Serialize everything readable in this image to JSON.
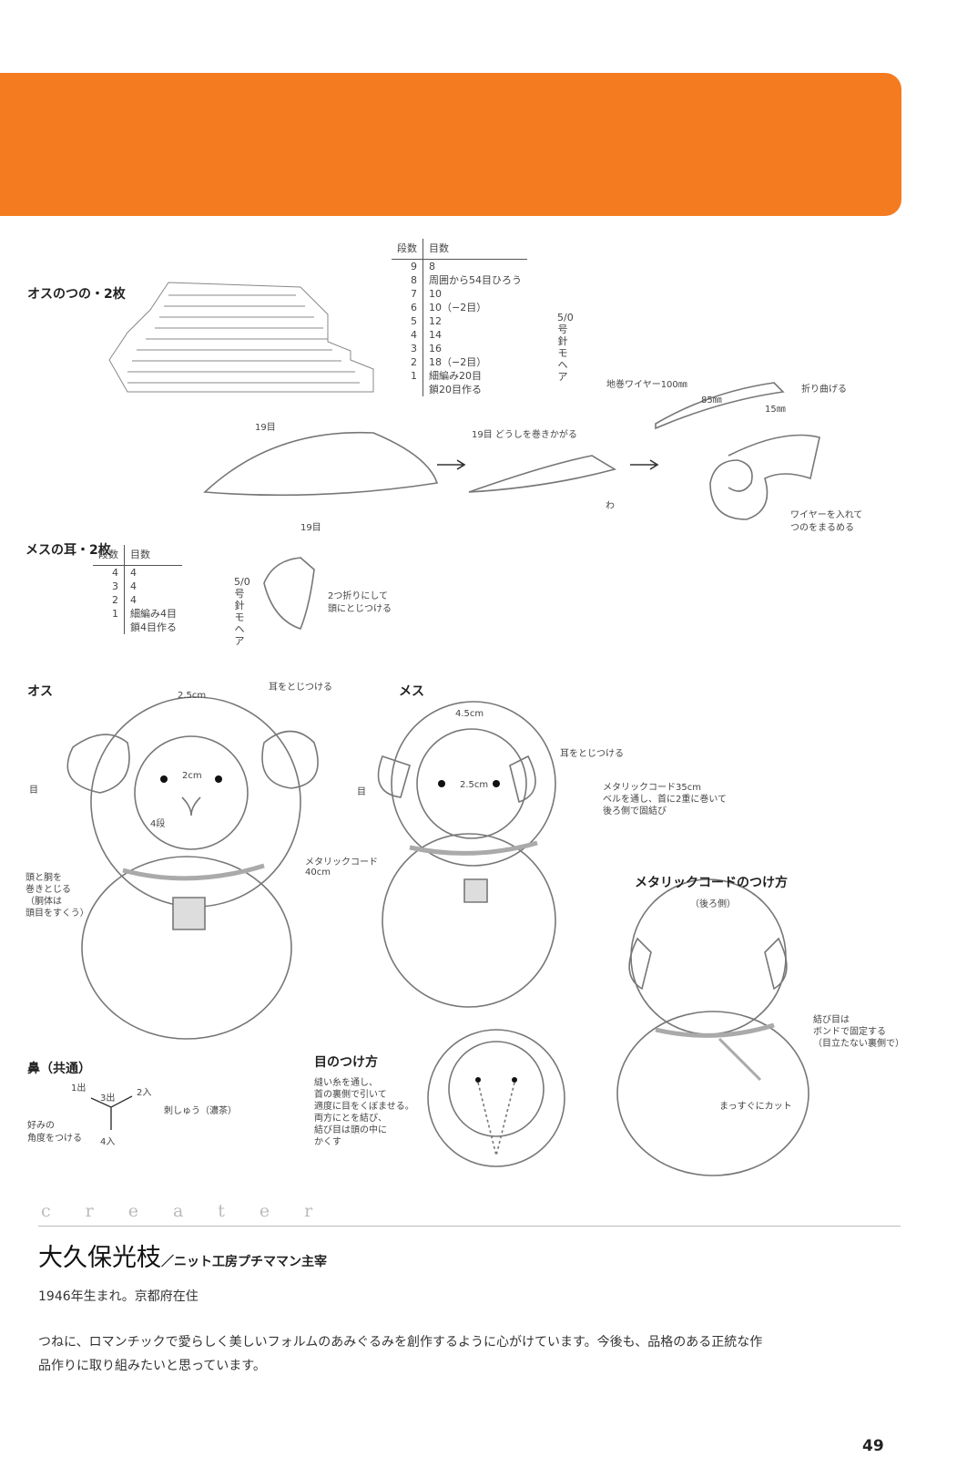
{
  "colors": {
    "banner": "#f47b20",
    "line": "#777777"
  },
  "horn": {
    "title": "オスのつの・2枚",
    "table_header": [
      "段数",
      "目数"
    ],
    "rows": [
      {
        "r": "9",
        "c": "8"
      },
      {
        "r": "8",
        "c": "周囲から54目ひろう"
      },
      {
        "r": "7",
        "c": "10"
      },
      {
        "r": "6",
        "c": "10（−2目）"
      },
      {
        "r": "5",
        "c": "12"
      },
      {
        "r": "4",
        "c": "14"
      },
      {
        "r": "3",
        "c": "16"
      },
      {
        "r": "2",
        "c": "18（−2目）"
      },
      {
        "r": "1",
        "c": "細編み20目"
      },
      {
        "r": "",
        "c": "鎖20目作る"
      }
    ],
    "yarn": "5/0号針モヘア",
    "label_19_top": "19目",
    "label_19_bottom": "19目",
    "step_roll": "19目 どうしを巻きかがる",
    "wa": "わ",
    "wire_label": "地巻ワイヤー100㎜",
    "wire_85": "85㎜",
    "wire_15": "15㎜",
    "fold": "折り曲げる",
    "wire_note_1": "ワイヤーを入れて",
    "wire_note_2": "つのをまるめる"
  },
  "ear": {
    "title": "メスの耳・2枚",
    "table_header": [
      "段数",
      "目数"
    ],
    "rows": [
      {
        "r": "4",
        "c": "4"
      },
      {
        "r": "3",
        "c": "4"
      },
      {
        "r": "2",
        "c": "4"
      },
      {
        "r": "1",
        "c": "細編み4目"
      },
      {
        "r": "",
        "c": "鎖4目作る"
      }
    ],
    "yarn": "5/0号針モヘア",
    "note_1": "2つ折りにして",
    "note_2": "頭にとじつける"
  },
  "male": {
    "title": "オス",
    "dim_head": "2.5cm",
    "attach_ear": "耳をとじつける",
    "eye": "目",
    "dim_eyes": "2cm",
    "rows4": "4段",
    "cord_1": "メタリックコード",
    "cord_2": "40cm",
    "body_note": [
      "頭と胴を",
      "巻きとじる",
      "（胴体は",
      "頭目をすくう）"
    ]
  },
  "female": {
    "title": "メス",
    "dim_head": "4.5cm",
    "attach_ear": "耳をとじつける",
    "eye": "目",
    "dim_eyes": "2.5cm",
    "cord_note": [
      "メタリックコード35cm",
      "ベルを通し、首に2重に巻いて",
      "後ろ側で固結び"
    ]
  },
  "cord_attach": {
    "title": "メタリックコードのつけ方",
    "sub": "（後ろ側）",
    "knot_note": [
      "結び目は",
      "ボンドで固定する",
      "（目立たない裏側で）"
    ],
    "cut": "まっすぐにカット"
  },
  "nose": {
    "title": "鼻（共通）",
    "p1": "1出",
    "p2": "2入",
    "p3": "3出",
    "p4": "4入",
    "stitch": "刺しゅう（濃茶）",
    "angle_1": "好みの",
    "angle_2": "角度をつける"
  },
  "eye_attach": {
    "title": "目のつけ方",
    "note": [
      "縫い糸を通し、",
      "首の裏側で引いて",
      "適度に目をくぼませる。",
      "両方にとを結び、",
      "結び目は頭の中に",
      "かくす"
    ]
  },
  "creator": {
    "label": "creater",
    "name": "大久保光枝",
    "role": "／ニット工房プチママン主宰",
    "born": "1946年生まれ。京都府在住",
    "bio_1": "つねに、ロマンチックで愛らしく美しいフォルムのあみぐるみを創作するように心がけています。今後も、品格のある正統な作",
    "bio_2": "品作りに取り組みたいと思っています。"
  },
  "page_number": "49"
}
